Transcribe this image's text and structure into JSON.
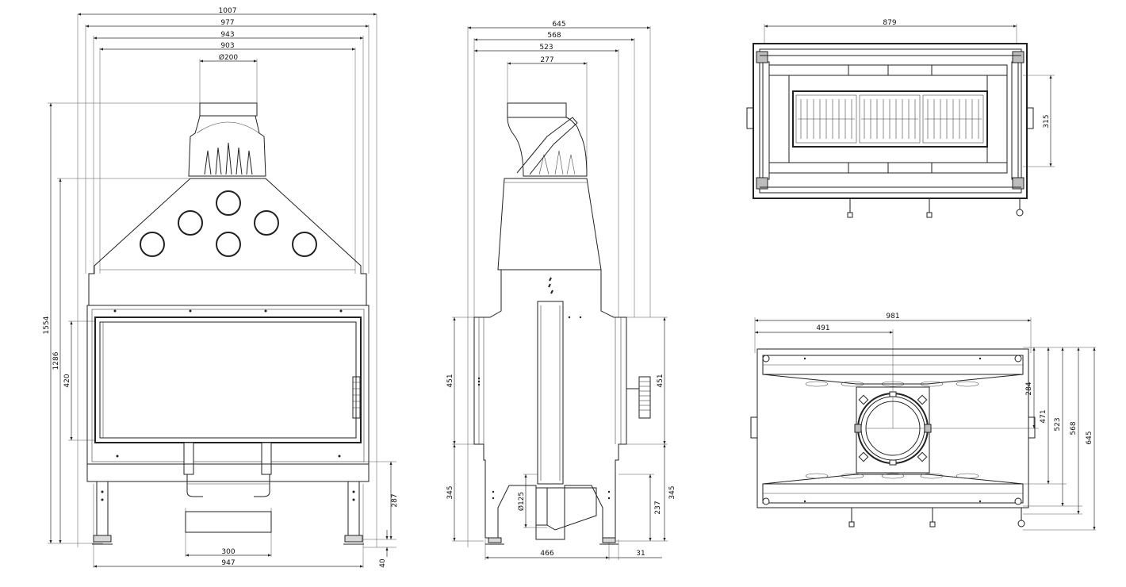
{
  "front_view": {
    "dims": {
      "w1007": "1007",
      "w977": "977",
      "w943": "943",
      "w903": "903",
      "flue": "Ø200",
      "h1554": "1554",
      "h1286": "1286",
      "h420": "420",
      "w300": "300",
      "w947": "947",
      "h287": "287",
      "h40": "40"
    }
  },
  "side_view": {
    "dims": {
      "w645": "645",
      "w568": "568",
      "w523": "523",
      "w277": "277",
      "h451_left": "451",
      "h451_right": "451",
      "h345_left": "345",
      "h345_right": "345",
      "h237": "237",
      "pipe": "Ø125",
      "w466": "466",
      "w31": "31"
    }
  },
  "top_view": {
    "dims": {
      "w879": "879",
      "h315": "315"
    }
  },
  "bottom_view": {
    "dims": {
      "w981": "981",
      "w491": "491",
      "h284": "284",
      "h471": "471",
      "h523": "523",
      "h568": "568",
      "h645": "645"
    }
  }
}
